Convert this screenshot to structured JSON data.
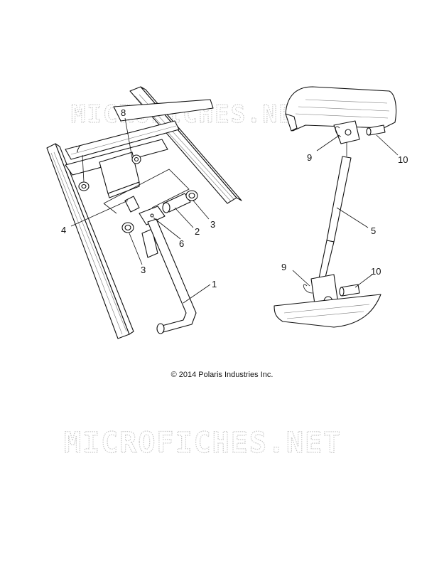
{
  "watermark": {
    "top": "MICROFICHES.NET",
    "bottom": "MICROFICHES.NET"
  },
  "copyright": "© 2014 Polaris Industries Inc.",
  "callouts": {
    "c1": "1",
    "c2": "2",
    "c3a": "3",
    "c3b": "3",
    "c4": "4",
    "c5": "5",
    "c6": "6",
    "c7": "7",
    "c8": "8",
    "c9a": "9",
    "c9b": "9",
    "c10a": "10",
    "c10b": "10"
  }
}
